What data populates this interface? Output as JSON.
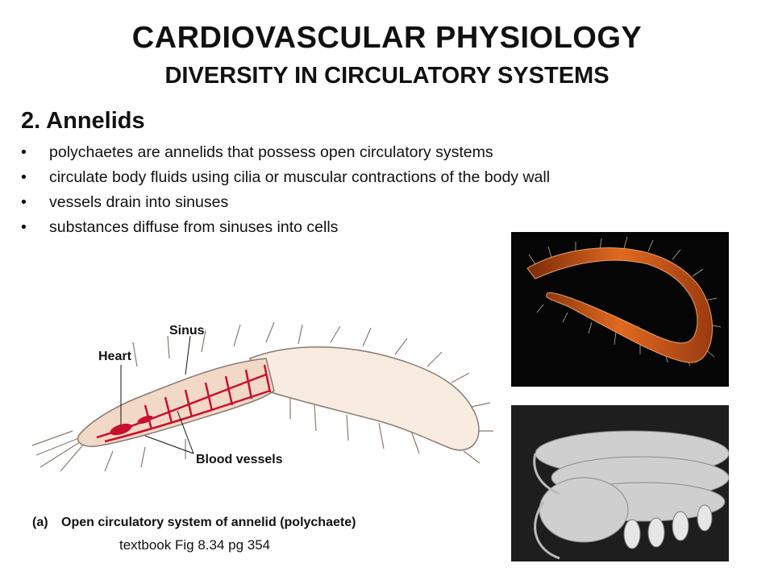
{
  "header": {
    "title": "CARDIOVASCULAR PHYSIOLOGY",
    "subtitle": "DIVERSITY IN CIRCULATORY SYSTEMS"
  },
  "section": {
    "heading": "2. Annelids",
    "bullets": [
      "polychaetes are annelids that possess open circulatory systems",
      "circulate body fluids using cilia or muscular contractions of the body wall",
      "vessels drain into sinuses",
      "substances diffuse from sinuses into cells"
    ]
  },
  "diagram": {
    "labels": {
      "sinus": "Sinus",
      "heart": "Heart",
      "blood_vessels": "Blood vessels"
    },
    "panel_letter": "(a)",
    "panel_caption": "Open circulatory system of annelid (polychaete)",
    "colors": {
      "body": "#f6e3d4",
      "vessel": "#c8102e",
      "outline": "#8a7a70"
    }
  },
  "caption": "textbook  Fig 8.34 pg 354"
}
